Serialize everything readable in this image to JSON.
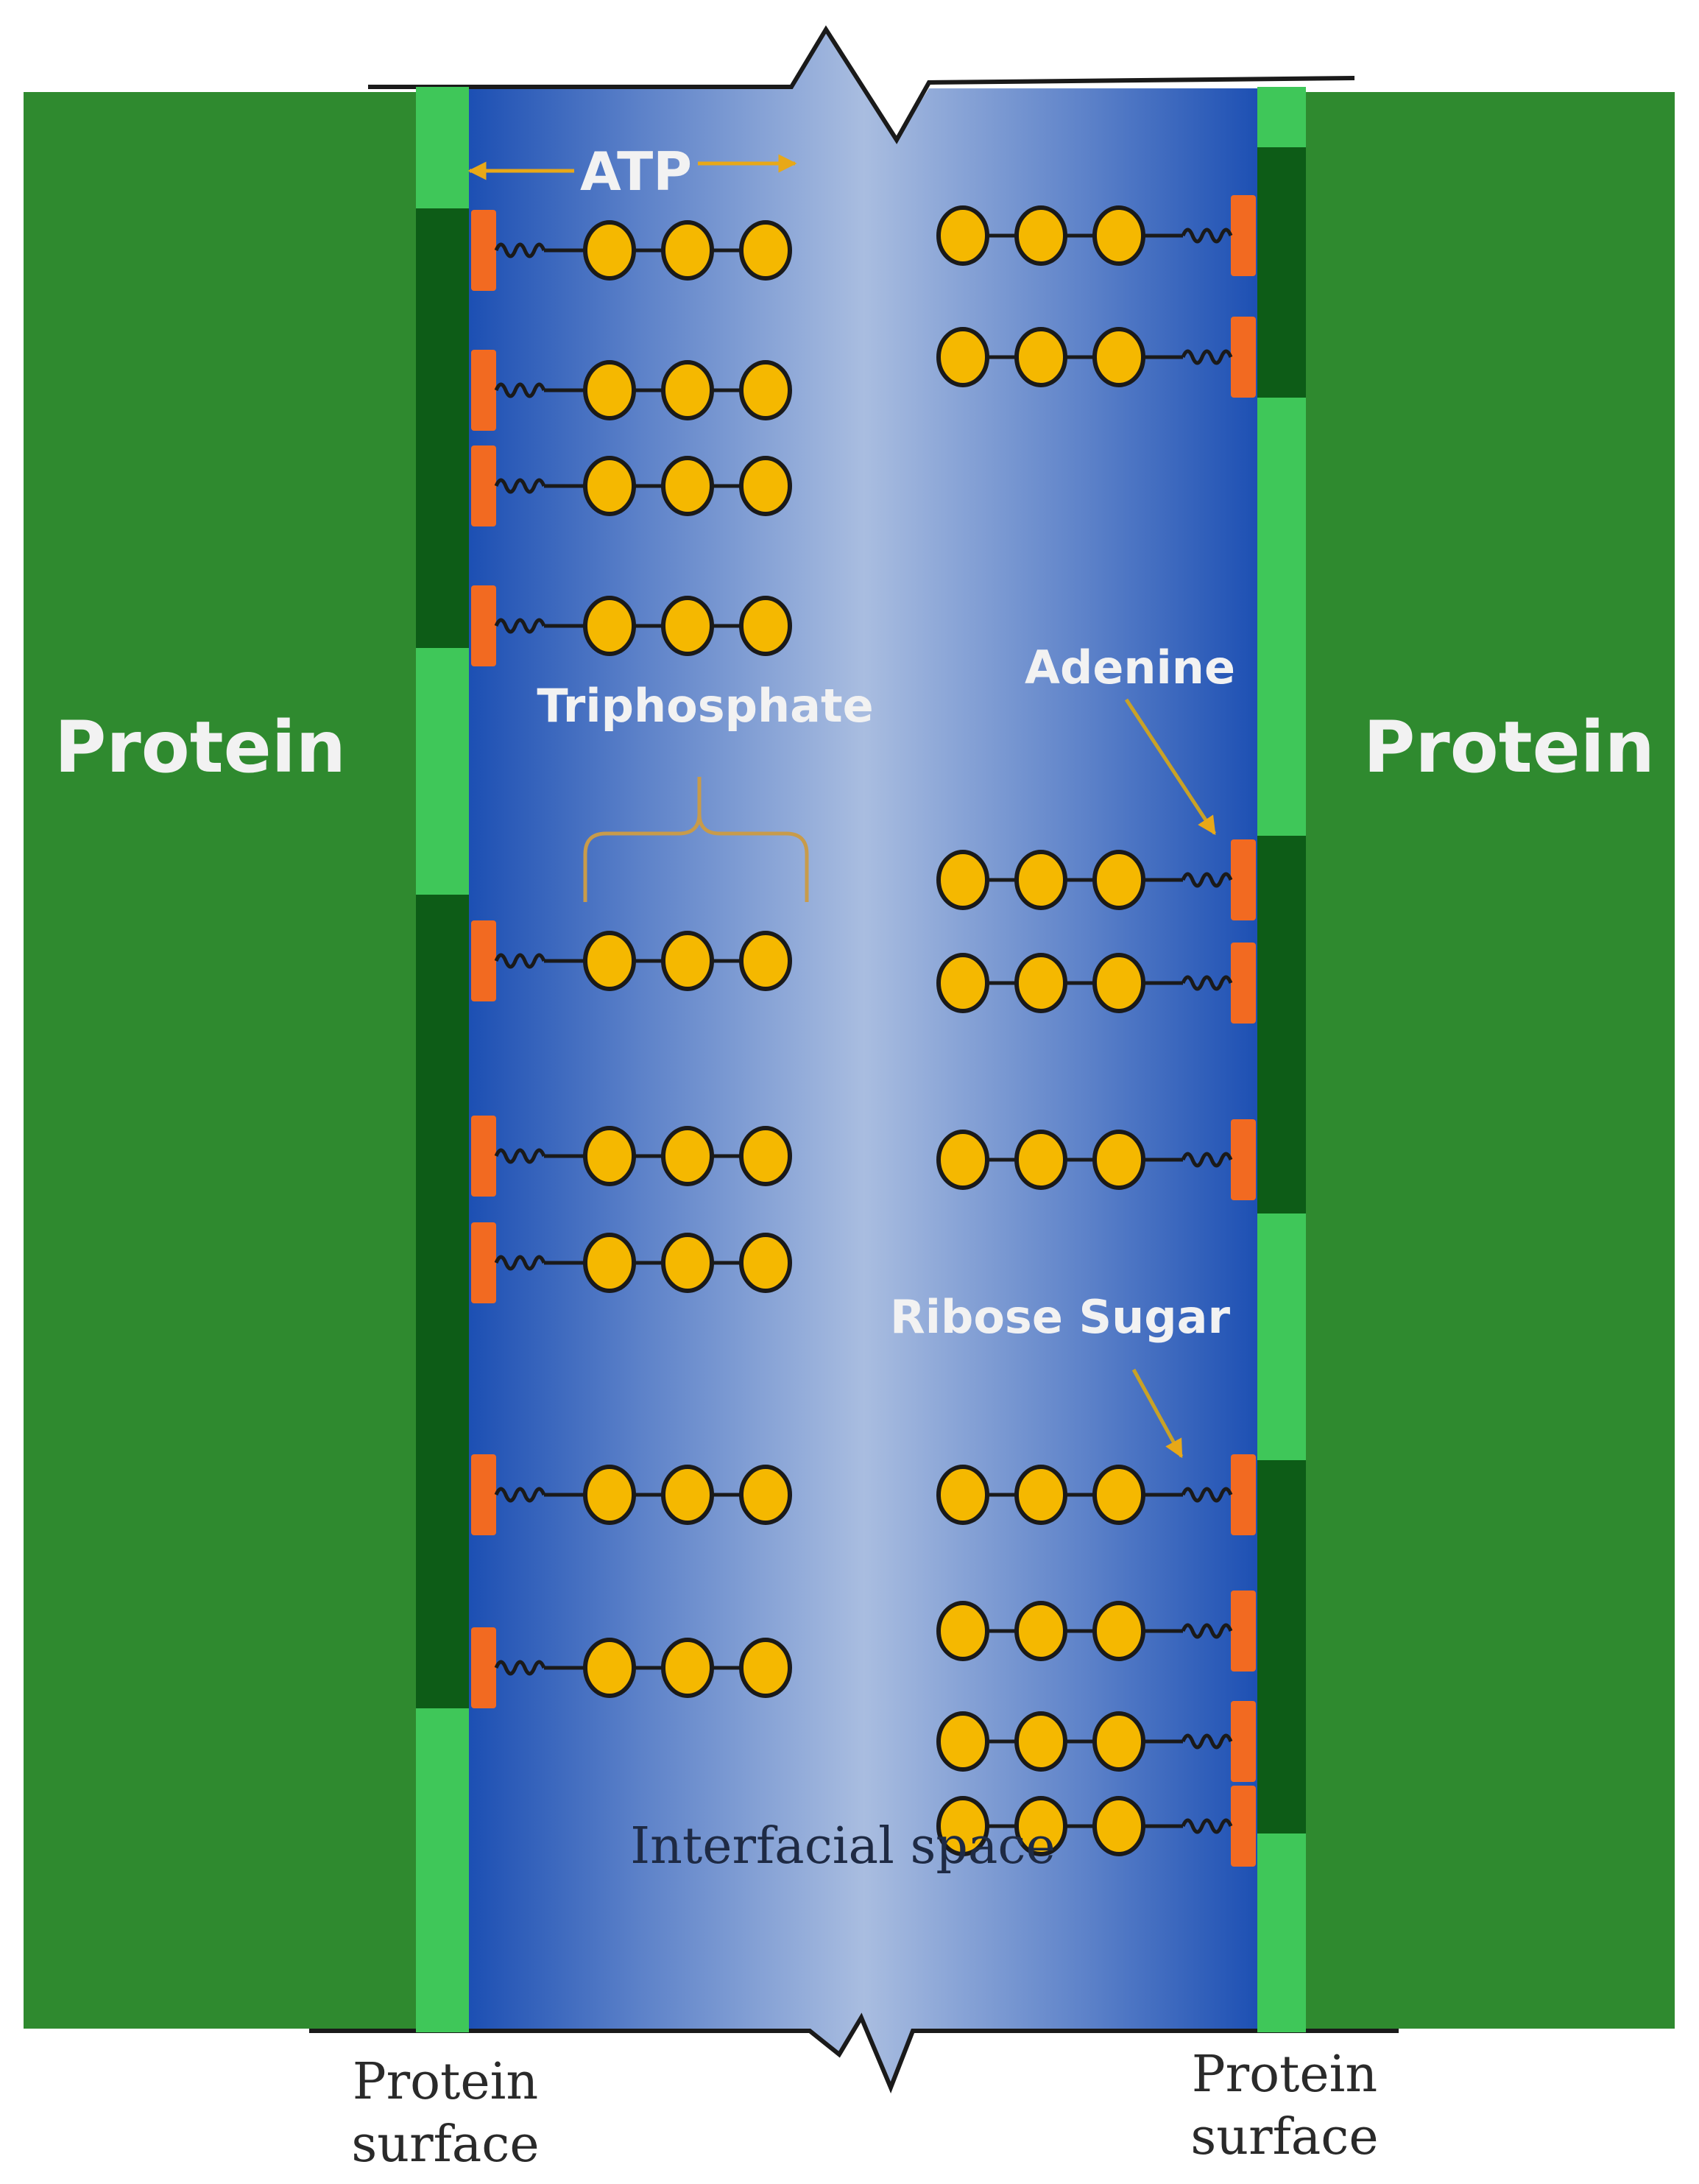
{
  "labels": {
    "protein_left": "Protein",
    "protein_right": "Protein",
    "atp": "ATP",
    "triphosphate": "Triphosphate",
    "adenine": "Adenine",
    "ribose_sugar": "Ribose Sugar",
    "interfacial_space": "Interfacial space",
    "surface_left_line1": "Protein",
    "surface_left_line2": "surface",
    "surface_right_line1": "Protein",
    "surface_right_line2": "surface"
  },
  "counts": {
    "atp_left_column": 9,
    "atp_right_column": 9,
    "phosphates_per_atp": 3
  },
  "colors": {
    "protein": "#2f8a2f",
    "surface_dark": "#0d5c17",
    "surface_light": "#3fc759",
    "channel_edge": "#1c4fb3",
    "channel_center": "#a9bde0",
    "adenine": "#f26a21",
    "phosphate": "#f5b800",
    "arrow": "#e8a818"
  }
}
